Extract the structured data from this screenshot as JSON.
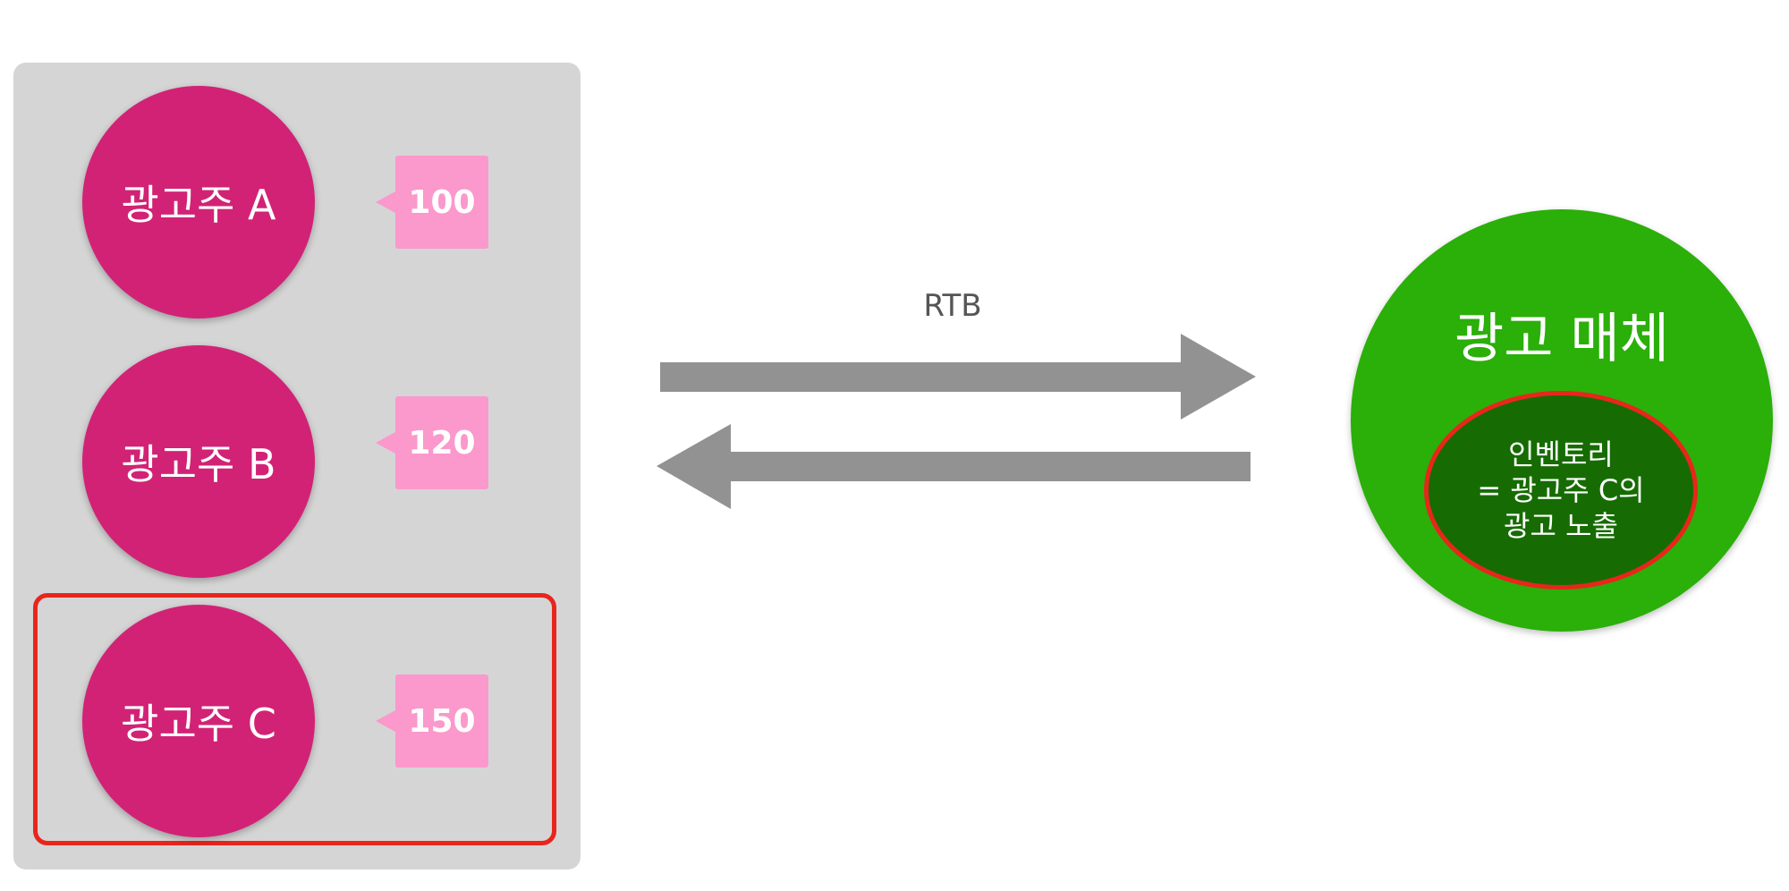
{
  "advertisers": [
    {
      "label": "광고주 A",
      "bid": "100"
    },
    {
      "label": "광고주 B",
      "bid": "120"
    },
    {
      "label": "광고주 C",
      "bid": "150"
    }
  ],
  "exchange": {
    "label": "RTB"
  },
  "media": {
    "title": "광고 매체",
    "inventory": {
      "line1": "인벤토리",
      "line2": "= 광고주 C의",
      "line3": "광고 노출"
    }
  },
  "colors": {
    "advertiser": "#d22276",
    "bid": "#fb98cc",
    "panel": "#d5d5d5",
    "highlight": "#e8261c",
    "arrow": "#929292",
    "media": "#2baf09",
    "inventory": "#166c02"
  }
}
